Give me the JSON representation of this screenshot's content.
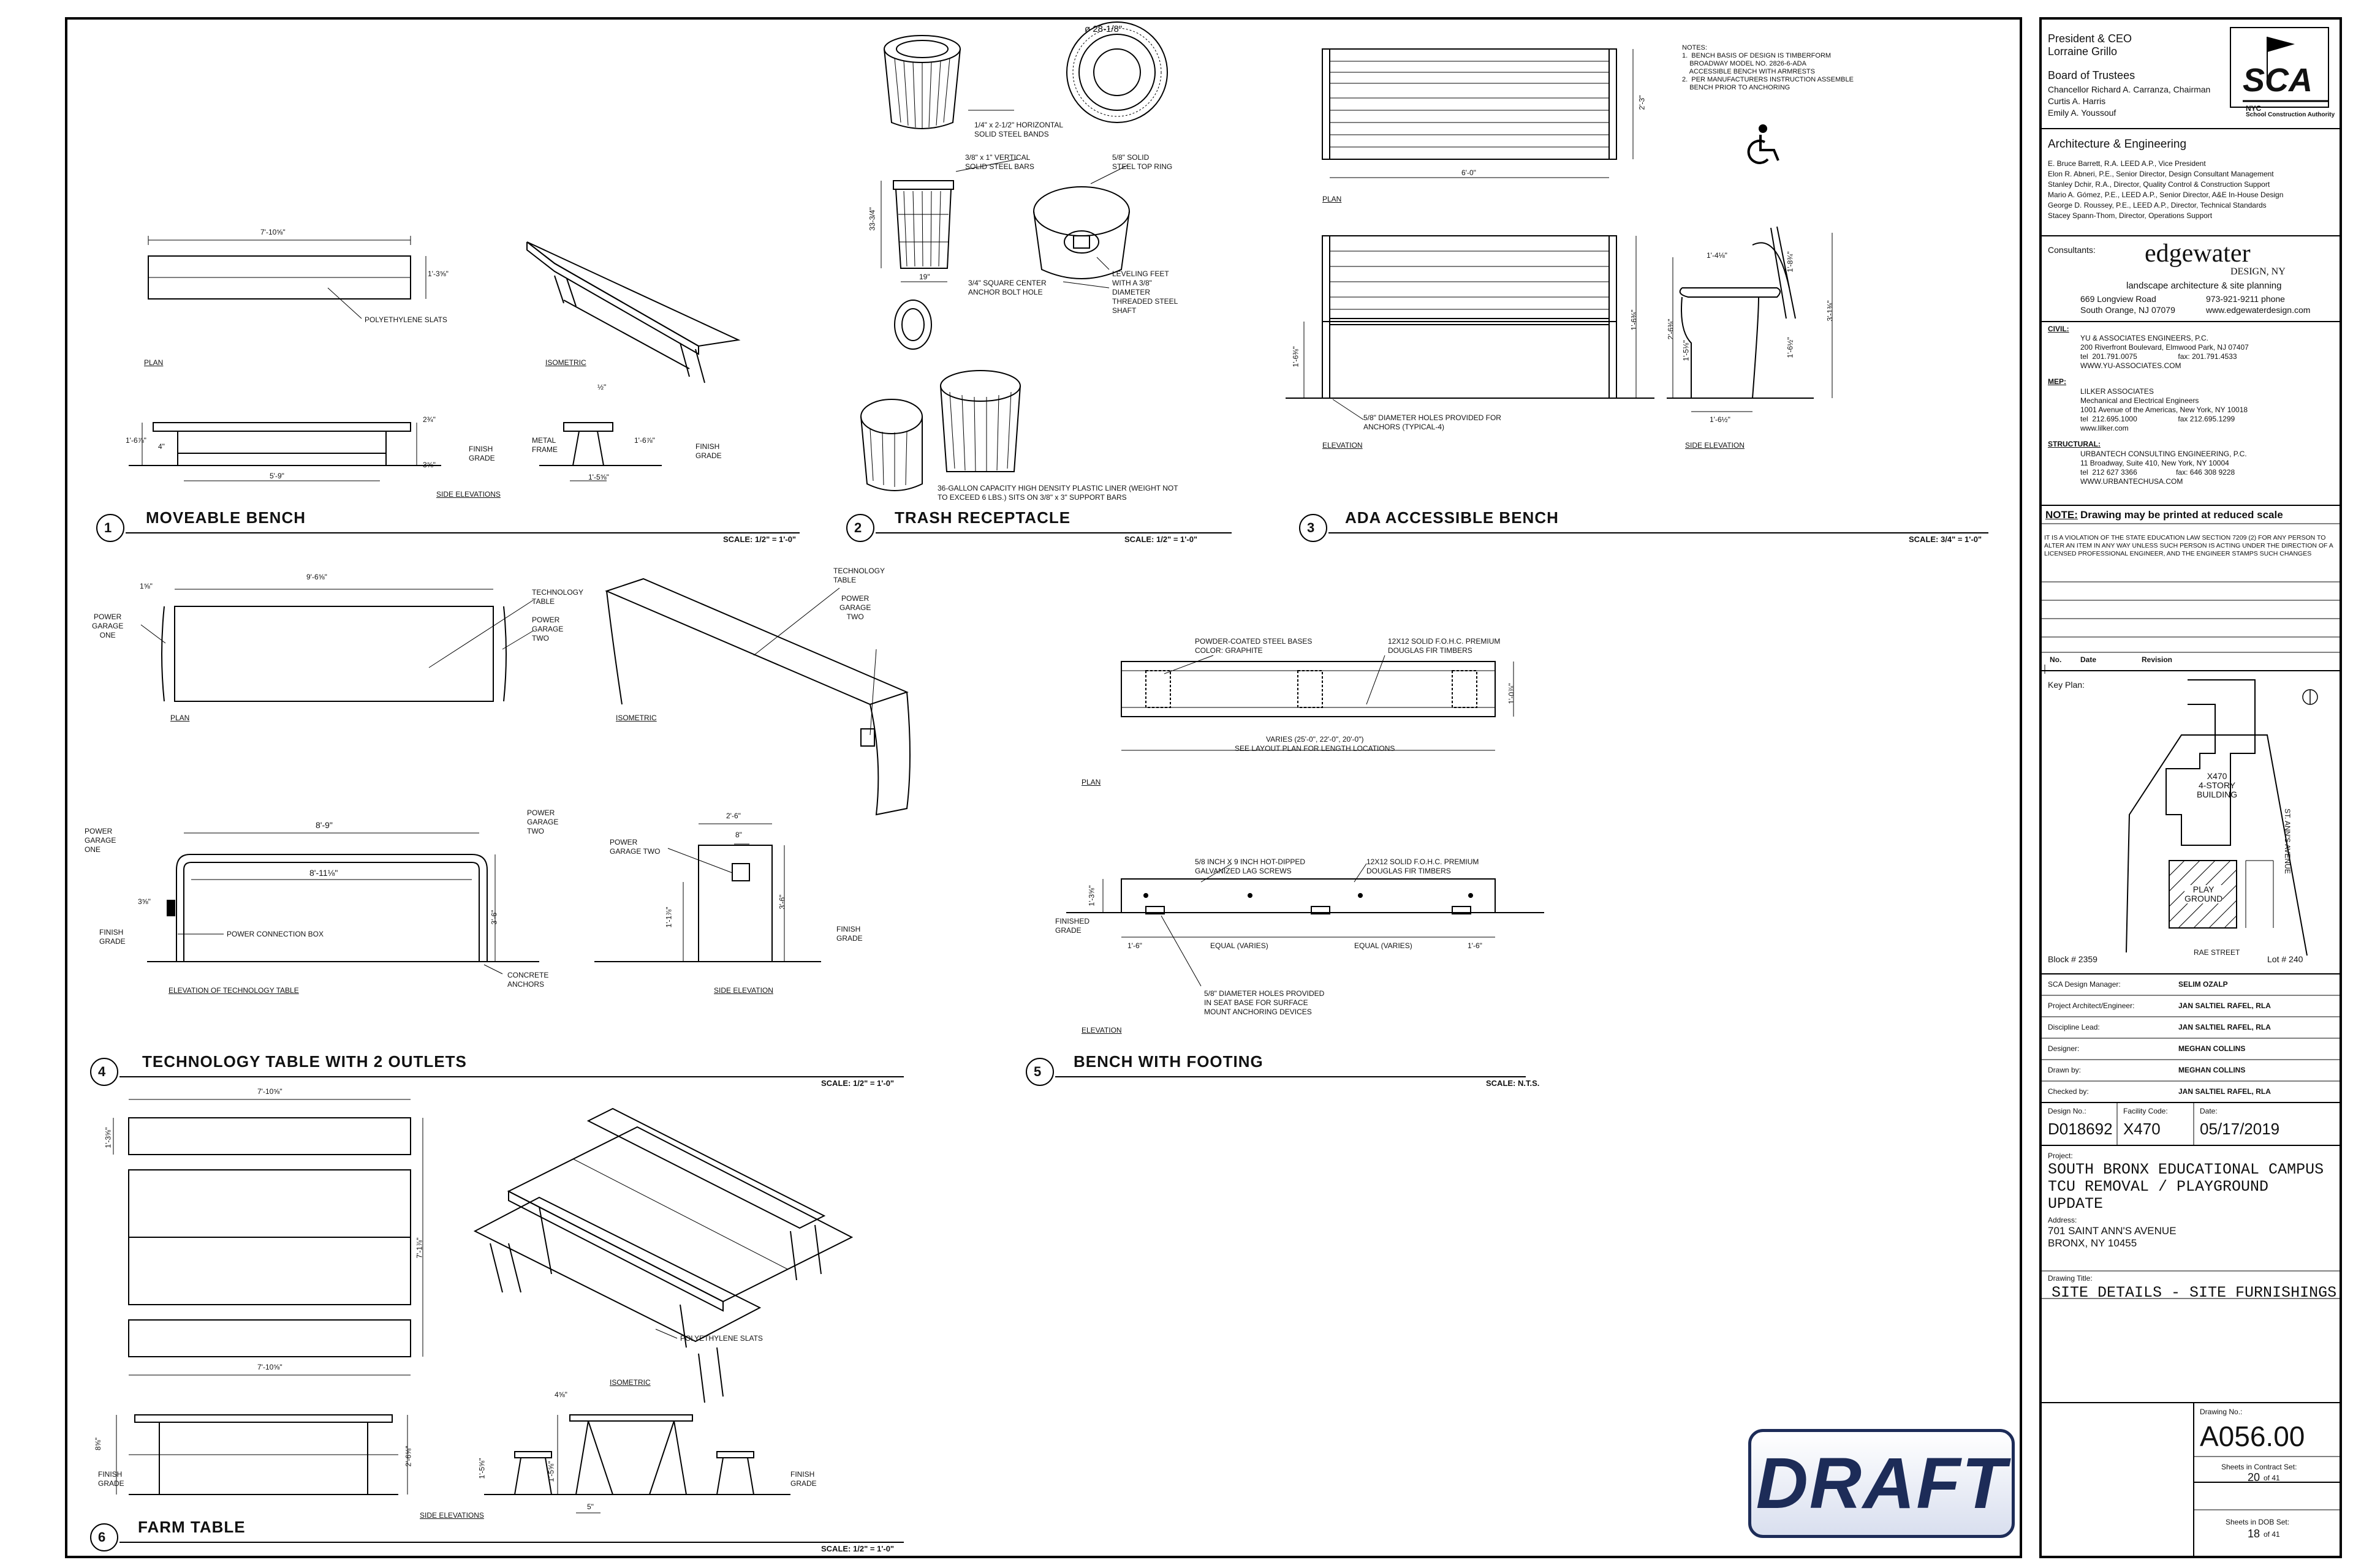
{
  "details": [
    {
      "num": "1",
      "title": "MOVEABLE BENCH",
      "scale": "SCALE: 1/2\" = 1'-0\""
    },
    {
      "num": "2",
      "title": "TRASH RECEPTACLE",
      "scale": "SCALE: 1/2\" = 1'-0\""
    },
    {
      "num": "3",
      "title": "ADA ACCESSIBLE BENCH",
      "scale": "SCALE: 3/4\" = 1'-0\""
    },
    {
      "num": "4",
      "title": "TECHNOLOGY TABLE WITH 2 OUTLETS",
      "scale": "SCALE: 1/2\" = 1'-0\""
    },
    {
      "num": "5",
      "title": "BENCH WITH FOOTING",
      "scale": "SCALE: N.T.S."
    },
    {
      "num": "6",
      "title": "FARM TABLE",
      "scale": "SCALE: 1/2\" = 1'-0\""
    }
  ],
  "bench": {
    "dim_length": "7'-10⅝\"",
    "dim_width": "1'-3⅝\"",
    "slats": "POLYETHYLENE SLATS",
    "plan": "PLAN",
    "isometric": "ISOMETRIC",
    "side_elevations": "SIDE ELEVATIONS",
    "finish_grade": "FINISH\nGRADE",
    "metal_frame": "METAL\nFRAME",
    "dim_5_9": "5'-9\"",
    "dim_h1": "1'-6⅞\"",
    "dim_4": "4\"",
    "dim_1_5": "1'-5⅝\"",
    "dim_half": "½\"",
    "dim_2": "2¾\"",
    "dim_1_6": "1'-6⅞\"",
    "dim_3": "3⅝\""
  },
  "trash": {
    "dia": "ø 28-1/8\"",
    "bands": "1/4\" x 2-1/2\" HORIZONTAL\nSOLID STEEL BANDS",
    "bars": "3/8\" x 1\" VERTICAL\nSOLID STEEL BARS",
    "ring": "5/8\" SOLID\nSTEEL TOP RING",
    "height": "33-3/4\"",
    "width": "19\"",
    "bolt": "3/4\" SQUARE CENTER\nANCHOR BOLT HOLE",
    "feet": "LEVELING FEET\nWITH A 3/8\"\nDIAMETER\nTHREADED STEEL\nSHAFT",
    "liner": "36-GALLON CAPACITY HIGH DENSITY PLASTIC LINER (WEIGHT NOT\nTO EXCEED 6 LBS.) SITS ON 3/8\" x 3\" SUPPORT BARS"
  },
  "ada": {
    "notes": "NOTES:\n1.  BENCH BASIS OF DESIGN IS TIMBERFORM\n    BROADWAY MODEL NO. 2826-6-ADA\n    ACCESSIBLE BENCH WITH ARMRESTS\n2.  PER MANUFACTURERS INSTRUCTION ASSEMBLE\n    BENCH PRIOR TO ANCHORING",
    "dim_6": "6'-0\"",
    "dim_2_3": "2'-3\"",
    "plan": "PLAN",
    "elevation": "ELEVATION",
    "side_elevation": "SIDE ELEVATION",
    "holes": "5/8\" DIAMETER HOLES PROVIDED FOR\nANCHORS (TYPICAL-4)",
    "dim_1_6a": "1'-6⅜\"",
    "dim_1_6b": "1'-6⅜\"",
    "dim_1_4": "1'-4⅛\"",
    "dim_2_6": "2'-6⅜\"",
    "dim_1_5": "1'-5⅛\"",
    "dim_1_8": "1'-8¾\"",
    "dim_3_1": "3'-1⅜\"",
    "dim_1_6c": "1'-6½\""
  },
  "tech": {
    "dim_len": "9'-6⅝\"",
    "dim_1": "1⅝\"",
    "pg1": "POWER\nGARAGE\nONE",
    "tt": "TECHNOLOGY\nTABLE",
    "pg2": "POWER\nGARAGE\nTWO",
    "plan": "PLAN",
    "iso": "ISOMETRIC",
    "tt2": "TECHNOLOGY\nTABLE",
    "pg2b": "POWER\nGARAGE\nTWO",
    "dim_8_9": "8'-9\"",
    "dim_8_11": "8'-11⅛\"",
    "pg1b": "POWER\nGARAGE\nONE",
    "pg2c": "POWER\nGARAGE\nTWO",
    "box": "POWER CONNECTION BOX",
    "fg": "FINISH\nGRADE",
    "anchors": "CONCRETE\nANCHORS",
    "elev": "ELEVATION OF TECHNOLOGY TABLE",
    "dim_3_6": "3'-6\"",
    "dim_2_6": "2'-6\"",
    "dim_8": "8\"",
    "pg2d": "POWER\nGARAGE TWO",
    "dim_1_1": "1'-1⅞\"",
    "dim_3_6b": "3'-6\"",
    "fg2": "FINISH\nGRADE",
    "side": "SIDE ELEVATION",
    "dim_3": "3⅝\""
  },
  "footing": {
    "bases": "POWDER-COATED STEEL BASES\nCOLOR: GRAPHITE",
    "timbers": "12X12 SOLID F.O.H.C. PREMIUM\nDOUGLAS FIR TIMBERS",
    "varies": "VARIES (25'-0\", 22'-0\", 20'-0\")\nSEE LAYOUT PLAN FOR LENGTH LOCATIONS",
    "plan": "PLAN",
    "dim_1_0": "1'-0⅞\"",
    "screws": "5/8 INCH X 9 INCH HOT-DIPPED\nGALVANIZED LAG SCREWS",
    "timbers2": "12X12 SOLID F.O.H.C. PREMIUM\nDOUGLAS FIR TIMBERS",
    "fg": "FINISHED\nGRADE",
    "dim_1_3": "1'-3⅝\"",
    "d1": "1'-6\"",
    "equal1": "EQUAL (VARIES)",
    "equal2": "EQUAL (VARIES)",
    "d2": "1'-6\"",
    "holes": "5/8\" DIAMETER HOLES PROVIDED\nIN SEAT BASE FOR SURFACE\nMOUNT ANCHORING DEVICES",
    "elev": "ELEVATION"
  },
  "farm": {
    "dim_top": "7'-10⅝\"",
    "dim_bot": "7'-10⅝\"",
    "dim_1_3": "1'-3⅝\"",
    "dim_7_1": "7'-1⅞\"",
    "slats": "POLYETHYLENE SLATS",
    "iso": "ISOMETRIC",
    "side": "SIDE ELEVATIONS",
    "fg": "FINISH\nGRADE",
    "fg2": "FINISH\nGRADE",
    "dim_1_5": "1'-5⅝\"",
    "dim_2_6": "2'-6⅝\"",
    "dim_1_5b": "1'-5⅝\"",
    "dim_4": "4⅝\"",
    "dim_5": "5\"",
    "dim_7": "8⅝\""
  },
  "draft": "DRAFT",
  "titleblock": {
    "president_title": "President & CEO",
    "president": "Lorraine Grillo",
    "board": "Board of Trustees",
    "trustees": [
      "Chancellor Richard A. Carranza, Chairman",
      "Curtis A. Harris",
      "Emily A. Youssouf"
    ],
    "logo": "SCA",
    "logo_sub": "School Construction Authority",
    "logo_nyc": "NYC",
    "ae_title": "Architecture & Engineering",
    "ae_staff": [
      "E. Bruce Barrett, R.A. LEED A.P., Vice President",
      "Elon R. Abneri, P.E., Senior Director, Design Consultant Management",
      "Stanley Dchir, R.A., Director, Quality Control & Construction Support",
      "Mario A. Gómez, P.E., LEED A.P., Senior Director, A&E In-House Design",
      "George D. Roussey, P.E., LEED A.P., Director, Technical Standards",
      "Stacey Spann-Thom, Director, Operations Support"
    ],
    "consultants_label": "Consultants:",
    "consultant_name": "edgewater",
    "consultant_sub": "DESIGN, NY",
    "consultant_desc": "landscape architecture & site planning",
    "consultant_addr1": "669 Longview Road",
    "consultant_phone": "973-921-9211 phone",
    "consultant_addr2": "South Orange, NJ 07079",
    "consultant_web": "www.edgewaterdesign.com",
    "civil_label": "CIVIL:",
    "civil": [
      "YU & ASSOCIATES ENGINEERS, P.C.",
      "200 Riverfront Boulevard, Elmwood Park, NJ 07407",
      "tel  201.791.0075                    fax: 201.791.4533",
      "WWW.YU-ASSOCIATES.COM"
    ],
    "mep_label": "MEP:",
    "mep": [
      "LILKER ASSOCIATES",
      "Mechanical and Electrical Engineers",
      "1001 Avenue of the Americas, New York, NY 10018",
      "tel  212.695.1000                    fax 212.695.1299",
      "www.lilker.com"
    ],
    "struct_label": "STRUCTURAL:",
    "struct": [
      "URBANTECH CONSULTING ENGINEERING, P.C.",
      "11 Broadway, Suite 410, New York, NY 10004",
      "tel  212 627 3366                   fax: 646 308 9228",
      "WWW.URBANTECHUSA.COM"
    ],
    "note_label": "NOTE:",
    "note": "Drawing may be printed at reduced scale",
    "legal": "IT IS A VIOLATION OF THE STATE EDUCATION LAW SECTION 7209 (2) FOR ANY PERSON TO ALTER AN ITEM IN ANY WAY UNLESS SUCH PERSON IS ACTING UNDER THE DIRECTION OF A LICENSED PROFESSIONAL ENGINEER, AND THE ENGINEER STAMPS SUCH CHANGES",
    "rev_no": "No.",
    "rev_date": "Date",
    "rev_label": "Revision",
    "keyplan": "Key Plan:",
    "building": "X470\n4-STORY\nBUILDING",
    "playground": "PLAY\nGROUND",
    "street1": "ST. ANN'S AVENUE",
    "street2": "RAE STREET",
    "block": "Block # 2359",
    "lot": "Lot # 240",
    "roles": [
      {
        "label": "SCA Design Manager:",
        "value": "SELIM OZALP"
      },
      {
        "label": "Project Architect/Engineer:",
        "value": "JAN SALTIEL RAFEL, RLA"
      },
      {
        "label": "Discipline Lead:",
        "value": "JAN SALTIEL RAFEL, RLA"
      },
      {
        "label": "Designer:",
        "value": "MEGHAN COLLINS"
      },
      {
        "label": "Drawn by:",
        "value": "MEGHAN COLLINS"
      },
      {
        "label": "Checked by:",
        "value": "JAN SALTIEL RAFEL, RLA"
      }
    ],
    "design_no_label": "Design No.:",
    "design_no": "D018692",
    "facility_label": "Facility Code:",
    "facility": "X470",
    "date_label": "Date:",
    "date": "05/17/2019",
    "project_label": "Project:",
    "project": "SOUTH BRONX EDUCATIONAL CAMPUS\nTCU REMOVAL / PLAYGROUND\nUPDATE",
    "address_label": "Address:",
    "address": "701 SAINT ANN'S AVENUE\nBRONX, NY 10455",
    "drawing_title_label": "Drawing Title:",
    "drawing_title": "SITE DETAILS - SITE FURNISHINGS",
    "drawing_no_label": "Drawing No.:",
    "drawing_no": "A056.00",
    "contract_label": "Sheets in Contract Set:",
    "contract_of": "20",
    "contract_total": "of 41",
    "dob_label": "Sheets in DOB Set:",
    "dob_of": "18",
    "dob_total": "of 41"
  }
}
